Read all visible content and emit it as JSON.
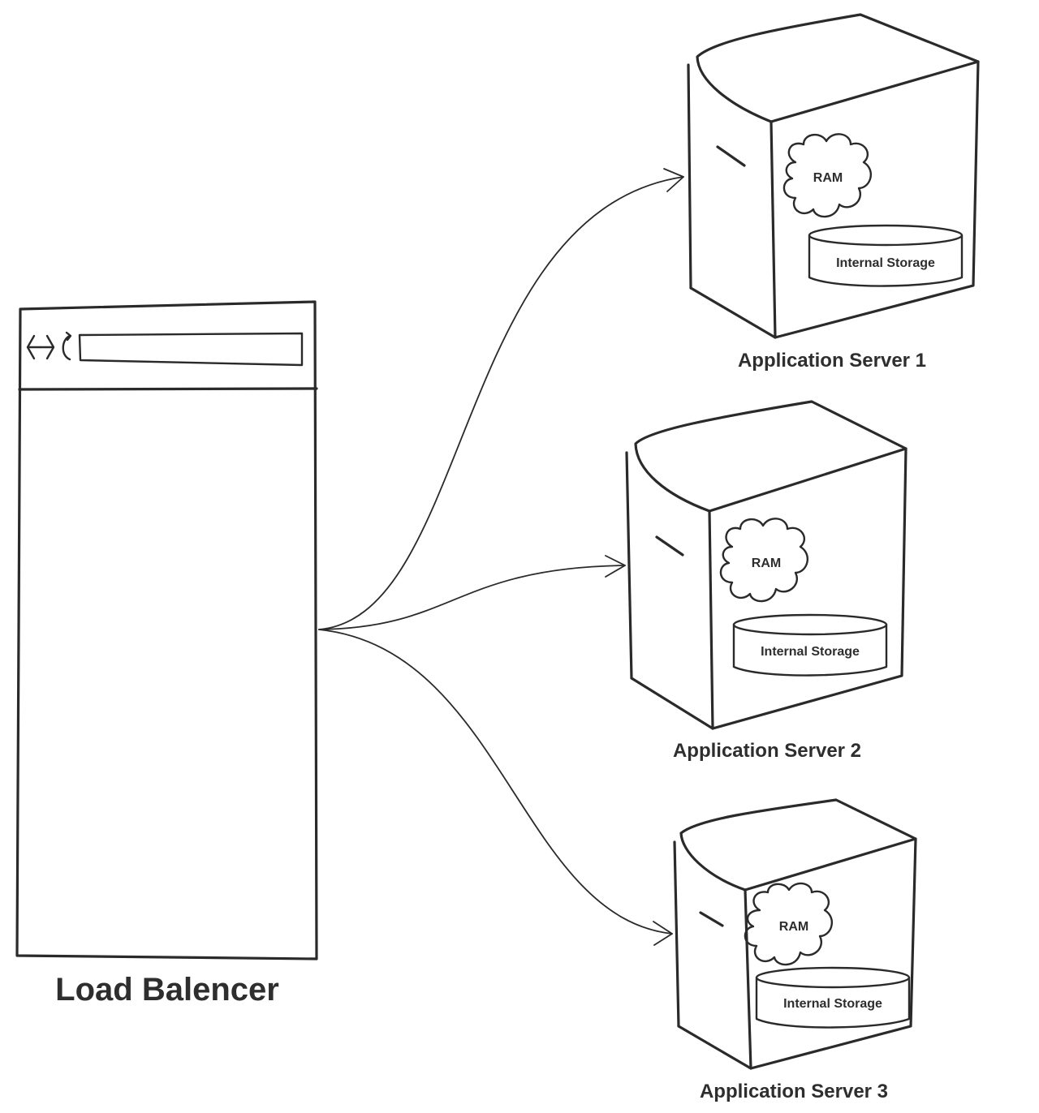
{
  "load_balancer": {
    "label": "Load Balencer",
    "toolbar_icons": [
      "back-arrow-icon",
      "forward-arrow-icon",
      "reload-icon"
    ]
  },
  "servers": [
    {
      "label": "Application Server 1",
      "ram_label": "RAM",
      "storage_label": "Internal Storage"
    },
    {
      "label": "Application Server 2",
      "ram_label": "RAM",
      "storage_label": "Internal Storage"
    },
    {
      "label": "Application Server 3",
      "ram_label": "RAM",
      "storage_label": "Internal Storage"
    }
  ],
  "connections": [
    {
      "from": "Load Balencer",
      "to": "Application Server 1"
    },
    {
      "from": "Load Balencer",
      "to": "Application Server 2"
    },
    {
      "from": "Load Balencer",
      "to": "Application Server 3"
    }
  ],
  "colors": {
    "stroke": "#2a2a2a",
    "text": "#2e2e2e",
    "background": "#ffffff"
  }
}
